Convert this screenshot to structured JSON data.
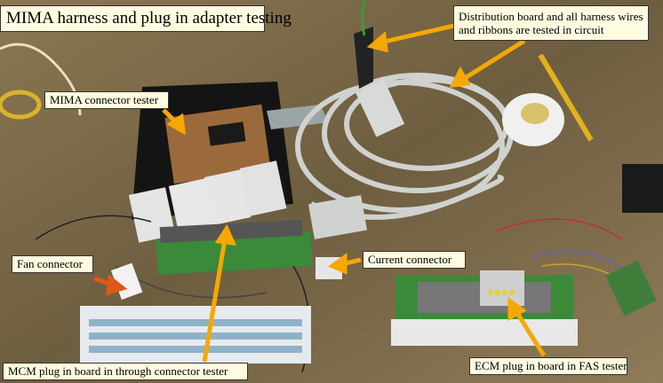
{
  "image": {
    "title": "MIMA harness and plug in adapter testing",
    "callouts": {
      "distribution_line1": "Distribution  board and all harness wires",
      "distribution_line2": "and ribbons are tested in circuit",
      "mima_tester": "MIMA connector tester",
      "fan_connector": "Fan connector",
      "current_connector": "Current connector",
      "mcm_plug": "MCM plug in board in through connector tester",
      "ecm_plug": "ECM plug in board in FAS tester"
    },
    "colors": {
      "callout_bg": "#fffbe0",
      "arrow": "#f5a800",
      "fan_arrow": "#e2571a",
      "table": "#7a6a4a"
    }
  }
}
